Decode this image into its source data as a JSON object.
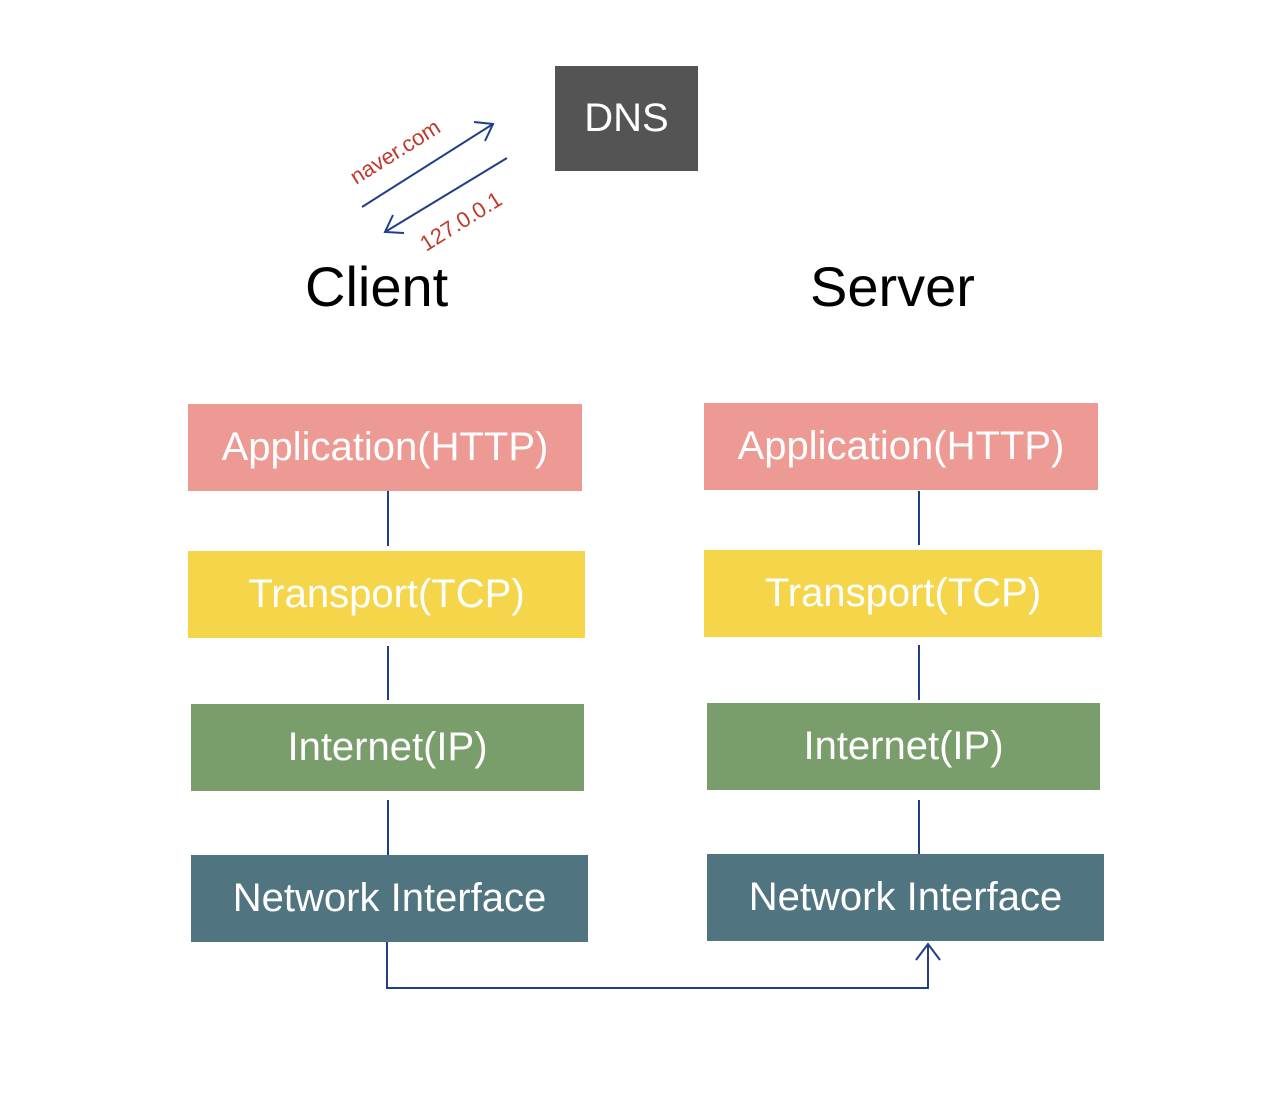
{
  "dns": {
    "label": "DNS",
    "color": "#545454"
  },
  "dns_query": {
    "request_label": "naver.com",
    "response_label": "127.0.0.1",
    "label_color": "#c0392b"
  },
  "client": {
    "title": "Client",
    "layers": [
      {
        "label": "Application(HTTP)",
        "color": "#ec9a93"
      },
      {
        "label": "Transport(TCP)",
        "color": "#f5d54a"
      },
      {
        "label": "Internet(IP)",
        "color": "#7a9e6b"
      },
      {
        "label": "Network Interface",
        "color": "#517580"
      }
    ]
  },
  "server": {
    "title": "Server",
    "layers": [
      {
        "label": "Application(HTTP)",
        "color": "#ec9a93"
      },
      {
        "label": "Transport(TCP)",
        "color": "#f5d54a"
      },
      {
        "label": "Internet(IP)",
        "color": "#7a9e6b"
      },
      {
        "label": "Network Interface",
        "color": "#517580"
      }
    ]
  },
  "connector_color": "#1f3f86"
}
